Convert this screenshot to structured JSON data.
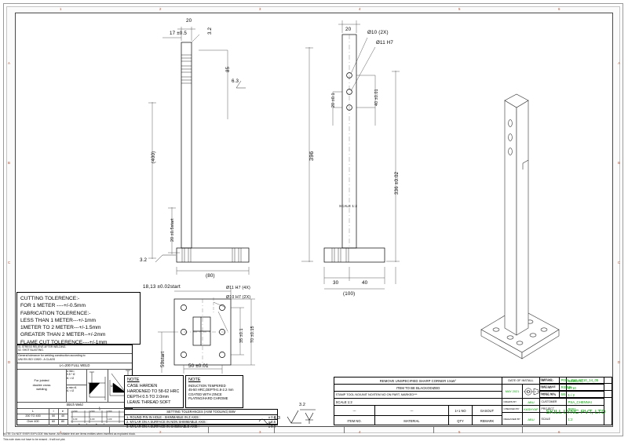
{
  "drawing": {
    "sheet_title": "RISER",
    "scale": "1:2",
    "footer_note_line1": "NOTE: Do NOT EVER EXPLODE this frame. All editable text are items entities when inserted as exploded block.",
    "footer_note_line2": "This note does not have to be erased - it will not plot."
  },
  "zones": {
    "top": [
      "1",
      "2",
      "3",
      "4",
      "5",
      "6"
    ],
    "bottom": [
      "1",
      "2",
      "3",
      "4",
      "5",
      "6"
    ],
    "left": [
      "A",
      "B",
      "C",
      "D"
    ],
    "right": [
      "A",
      "B",
      "C",
      "D"
    ]
  },
  "view_front": {
    "dim_width_top": "20",
    "dim_offset": "17 ±0.5",
    "dim_chamfer": "3.2",
    "dim_slot_len": "85",
    "surface_finish_1": "6.3",
    "dim_overall": "(400)",
    "dim_start": "20 ±0.5start",
    "surface_finish_2": "3.2",
    "dim_base_width": "(80)"
  },
  "view_side": {
    "dim_width_top": "20",
    "hole_note_1": "Ø10 (2X)",
    "hole_note_2": "Ø11 H7",
    "dim_hole_1": "20 ±0.1",
    "dim_hole_2": "40 ±0.01",
    "dim_height": "396",
    "dim_height_tol": "336 ±0.02",
    "dim_base_a": "30",
    "dim_base_b": "40",
    "dim_base_total": "(100)",
    "scale_label": "SCALE 1:2"
  },
  "view_plan": {
    "dim_start_top": "18,13 ±0.02start",
    "hole_note_1": "Ø11 H7 (4X)",
    "hole_note_2": "Ø10 H7 (2X)",
    "dim_v1": "35 ±0.1",
    "dim_v2": "70 ±0.15",
    "dim_left": "50start",
    "dim_bottom": "50 ±0.01"
  },
  "cutting_tolerance": {
    "lines": [
      "CUTTING TOLERENCE:-",
      "FOR 1 METER ----+/-0.5mm",
      "FABRICATION TOLERENCE:-",
      "LESS THAN 1 METER---+/-1mm",
      "1METER TO 2 METER---+/-1.5mm",
      "GREATER THAN 2 METER--+/-2mm",
      "FLAME CUT TOLERENCE----+/-1mm"
    ]
  },
  "weld_table": {
    "note_1": "01 STRESS RELIEVE AFTER WELDING.",
    "note_2": "02. SHOT BLASTING.",
    "general": "General tolerance for welding construction according to",
    "standard": "UNI EN ISO 13920 - A CLASS",
    "full_weld": "L<=200 FULL WELD",
    "joint_label": "For jointed\ndouble cross\nwelding",
    "a_min_1": "a min=\n0.5 * t2\nt1 < t2",
    "a_min_2": "a min=t1\nt1 < t2",
    "leg_1": "t2",
    "leg_2": "t2",
    "stitch_title": "Stitch Weld",
    "stitch_headers": [
      "L",
      "l",
      "e"
    ],
    "stitch_rows": [
      [
        "200 TO 400",
        "50",
        "40"
      ],
      [
        "Over 400",
        "60",
        "80"
      ]
    ],
    "stitch_marks": [
      "200",
      "200",
      "200",
      "133",
      "133",
      "133"
    ],
    "stitch_dims": [
      "e",
      "l",
      "e",
      "l"
    ],
    "stitch_l": "L"
  },
  "note_case_harden": {
    "title": "NOTE",
    "lines": [
      "CASE HARDEN",
      "HARDENED TO 58-62 HRC",
      "DEPTH 0.5 TO 2.0mm",
      "LEAVE THREAD SOFT"
    ]
  },
  "note_induction": {
    "title": "NOTE",
    "lines": [
      "INDUCTION TEMPERED",
      "45-50 HRC,DEPTH1.8-2.2 mm",
      "COATED WITH ZINCE",
      "PLATING/HARD CHROME"
    ]
  },
  "setting_tolerances": {
    "header": "SETTING TOLERANCES (ASM TOOLING) BIW",
    "rows": [
      {
        "text": "1. ROUND PIN IN HOLE - SHIMMABLE IN Z AXIS :",
        "value": "± 0.1"
      },
      {
        "text": "2. MYLAR ON A SURFACE IN NON SHIMMABLE AXIS :",
        "value": "± 0.5"
      },
      {
        "text": "3. MYLAR ON A SURFACE IN SHIMMABLE AXIS :",
        "value": "± 0.2"
      }
    ]
  },
  "surface_symbol": {
    "value_left": "6.3",
    "value_right": "3.2"
  },
  "title_block": {
    "row_sharp_corner": "REMOVE UNSPECIFIED SHARP CORNER 1Xa5°",
    "row_blackodized": "ITEM TO BE BLACKODIZED",
    "row_stamp": "STAMP TOOL NO/UNIT NO/ITEM NO ON PART, MARKED***",
    "row_scale": "SCALE 1:2",
    "item_headers": [
      "ITEM NO.",
      "MATERIAL",
      "QTY",
      "REMARK"
    ],
    "item_values": [
      "---",
      "---",
      "1+1 NO",
      "GASOUT"
    ],
    "date_of_install_label": "DATE OF INSTALL",
    "date_of_install_value": "MAY 2021",
    "projection_symbol": "third-angle-projection",
    "drawn_by_label": "DRAWN BY",
    "drawn_by_value": "ABU",
    "checked_by_label": "CHECKED BY",
    "checked_by_value": "KASHYAP",
    "released_by_label": "RELEASED BY",
    "released_by_value": "ABU",
    "method_label": "METHOD",
    "method_value": "ROBOTIC",
    "stn_no_label": "STN NO",
    "stn_no_value": "ST10",
    "total_stn_label": "TOTAL STN",
    "total_stn_value": "1 / 2",
    "customer_label": "CUSTOMER",
    "customer_value": "PSA_CHENNAI",
    "project_label": "PROJECT",
    "project_value": "P001",
    "scale_label": "SCALE",
    "scale_value": "1:2",
    "part_no_label": "PART NO",
    "part_no_value": "P001_Z10_ST10_14_05",
    "part_name_label": "PART NAME",
    "part_name_value": "RISER",
    "sheet_no_label": "SHEET NO",
    "sheet_no_value": "6/6",
    "company": "SKILL LYNC PVT, LTD",
    "accent_color": "#00a000"
  }
}
